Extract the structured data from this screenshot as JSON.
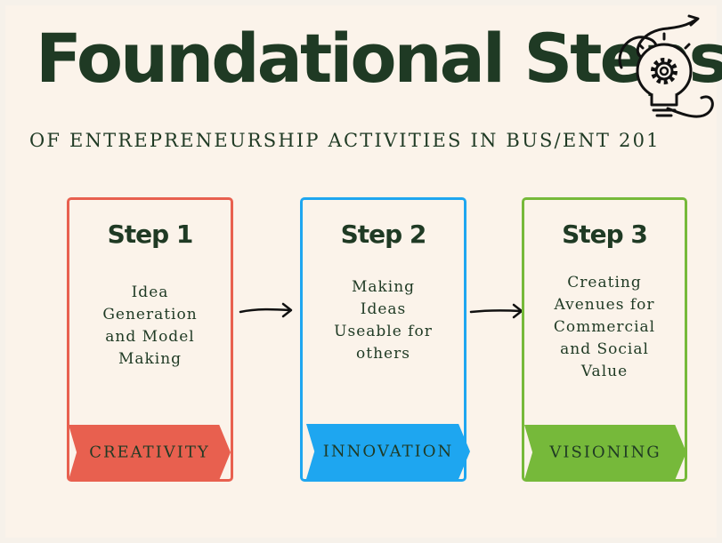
{
  "header": {
    "title": "Foundational Steps",
    "subtitle": "OF ENTREPRENEURSHIP ACTIVITIES IN BUS/ENT 201",
    "icon": "lightbulb-gear-icon"
  },
  "steps": [
    {
      "title": "Step 1",
      "description": [
        "Idea",
        "Generation",
        "and Model",
        "Making"
      ],
      "label": "CREATIVITY",
      "color": "#e8604f"
    },
    {
      "title": "Step 2",
      "description": [
        "Making",
        "Ideas",
        "Useable for",
        "others"
      ],
      "label": "INNOVATION",
      "color": "#1ea6f0"
    },
    {
      "title": "Step 3",
      "description": [
        "Creating",
        "Avenues for",
        "Commercial",
        "and Social",
        "Value"
      ],
      "label": "VISIONING",
      "color": "#76b93a"
    }
  ],
  "connectors": [
    "arrow-right-icon",
    "arrow-right-icon"
  ]
}
